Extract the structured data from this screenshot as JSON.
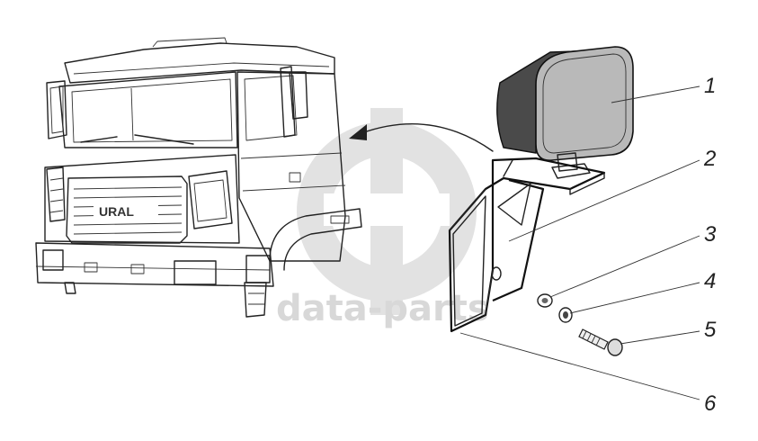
{
  "watermark": {
    "text": "data-parts",
    "color": "#d8d8d8"
  },
  "truck": {
    "grille_badge": "URAL"
  },
  "callouts": [
    {
      "label": "1",
      "part": "lamp"
    },
    {
      "label": "2",
      "part": "bracket"
    },
    {
      "label": "3",
      "part": "nut"
    },
    {
      "label": "4",
      "part": "washer"
    },
    {
      "label": "5",
      "part": "bolt"
    },
    {
      "label": "6",
      "part": "bracket-edge"
    }
  ],
  "colors": {
    "line": "#222222",
    "lamp_dark": "#4a4a4a",
    "lamp_lens": "#b9b9b9",
    "watermark": "#d8d8d8"
  }
}
